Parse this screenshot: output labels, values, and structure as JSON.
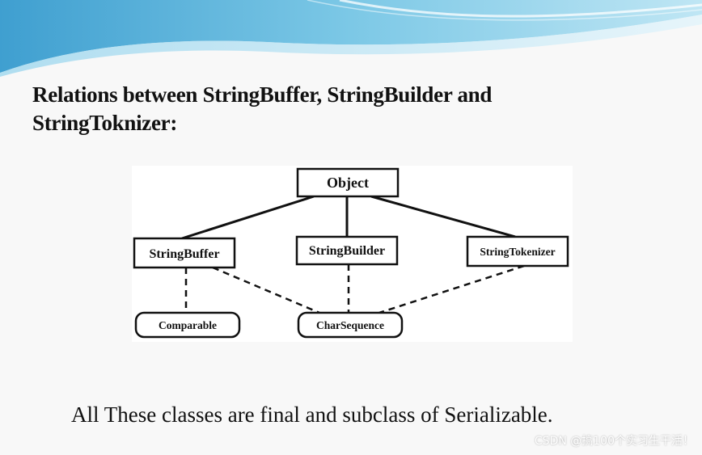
{
  "slide": {
    "title": "Relations  between StringBuffer, StringBuilder and StringToknizer:",
    "caption": "All These classes are final and subclass of Serializable."
  },
  "diagram": {
    "nodes": {
      "object": "Object",
      "string_buffer": "StringBuffer",
      "string_builder": "StringBuilder",
      "string_tokenizer": "StringTokenizer",
      "comparable": "Comparable",
      "char_sequence": "CharSequence"
    },
    "edges": [
      {
        "from": "object",
        "to": "string_buffer",
        "style": "solid"
      },
      {
        "from": "object",
        "to": "string_builder",
        "style": "solid"
      },
      {
        "from": "object",
        "to": "string_tokenizer",
        "style": "solid"
      },
      {
        "from": "string_buffer",
        "to": "comparable",
        "style": "dashed"
      },
      {
        "from": "string_buffer",
        "to": "char_sequence",
        "style": "dashed"
      },
      {
        "from": "string_builder",
        "to": "char_sequence",
        "style": "dashed"
      },
      {
        "from": "string_tokenizer",
        "to": "char_sequence",
        "style": "dashed"
      }
    ]
  },
  "watermark": "CSDN @搞100个实习生干活！",
  "colors": {
    "background": "#f8f8f8",
    "wave_light": "#a8dcef",
    "wave_mid": "#5fb8dc",
    "wave_dark": "#2e8fc4",
    "text": "#111111"
  }
}
